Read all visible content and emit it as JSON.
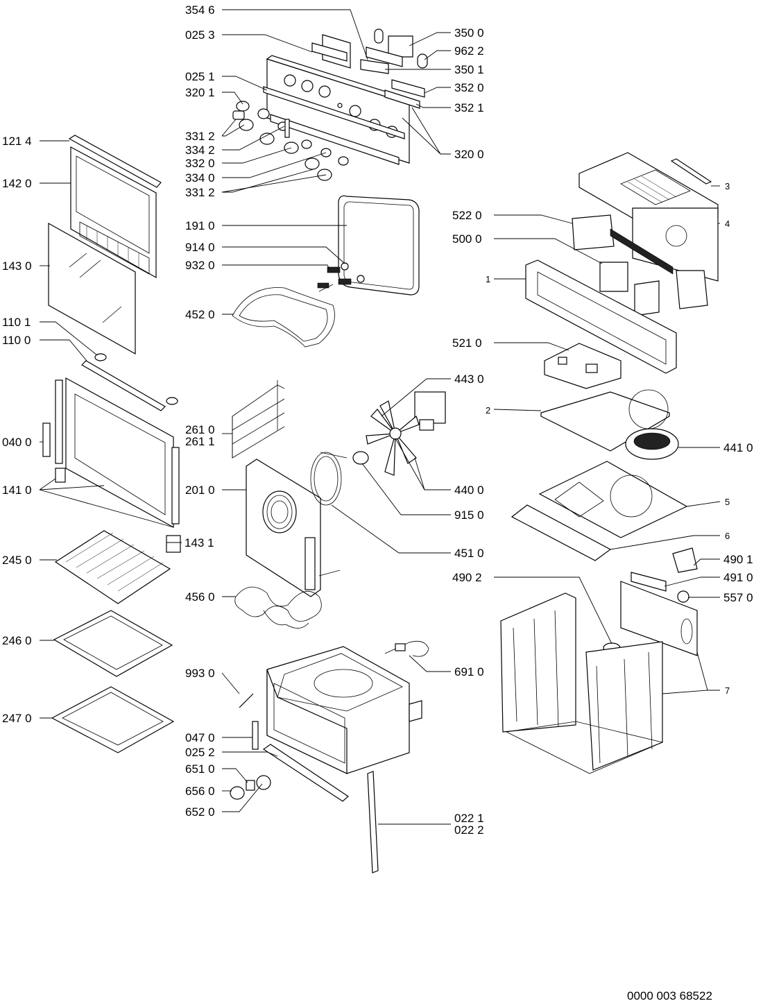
{
  "diagram": {
    "document_number": "0000 003 68522",
    "labels": {
      "p3546": "354 6",
      "p0253": "025 3",
      "p0251": "025 1",
      "p3201": "320 1",
      "p3312a": "331 2",
      "p3342": "334 2",
      "p3320": "332 0",
      "p3340": "334 0",
      "p3312b": "331 2",
      "p3500": "350 0",
      "p9622": "962 2",
      "p3501": "350 1",
      "p3520": "352 0",
      "p3521": "352 1",
      "p3200": "320 0",
      "p1214": "121 4",
      "p1420": "142 0",
      "p1430": "143 0",
      "p1101": "110 1",
      "p1100": "110 0",
      "p0400": "040 0",
      "p1410": "141 0",
      "p2450": "245 0",
      "p2460": "246 0",
      "p2470": "247 0",
      "p1910": "191 0",
      "p9140": "914 0",
      "p9320": "932 0",
      "p4520": "452 0",
      "p2610": "261 0",
      "p2611": "261 1",
      "p2010": "201 0",
      "p1431": "143 1",
      "p4560": "456 0",
      "p9930": "993 0",
      "p0470": "047 0",
      "p0252": "025 2",
      "p6510": "651 0",
      "p6560": "656 0",
      "p6520": "652 0",
      "p4430": "443 0",
      "p4400": "440 0",
      "p9150": "915 0",
      "p4510": "451 0",
      "p6910": "691 0",
      "p0221": "022 1",
      "p0222": "022 2",
      "p5220": "522 0",
      "p5000": "500 0",
      "p5210": "521 0",
      "p4410": "441 0",
      "p4902": "490 2",
      "p4901": "490 1",
      "p4910": "491 0",
      "p5570": "557 0",
      "n3": "3",
      "n4": "4",
      "n1": "1",
      "n2": "2",
      "n5": "5",
      "n6": "6",
      "n7": "7"
    }
  }
}
